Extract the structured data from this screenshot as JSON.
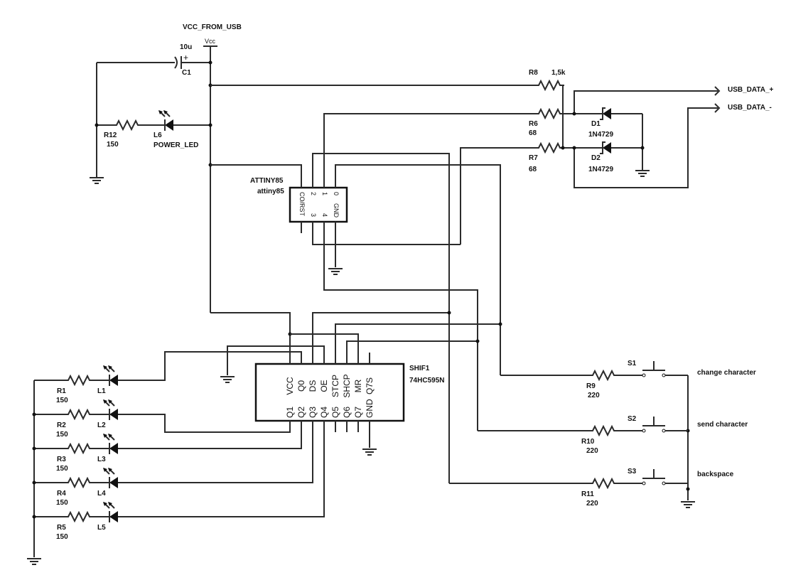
{
  "power": {
    "net": "VCC_FROM_USB",
    "symbol": "Vcc"
  },
  "capacitor": {
    "ref": "C1",
    "value": "10u",
    "plus": "+"
  },
  "power_led": {
    "res_ref": "R12",
    "res_value": "150",
    "led_ref": "L6",
    "led_value": "POWER_LED"
  },
  "usb": {
    "r8": {
      "ref": "R8",
      "value": "1,5k"
    },
    "r6": {
      "ref": "R6",
      "value": "68"
    },
    "r7": {
      "ref": "R7",
      "value": "68"
    },
    "d1": {
      "ref": "D1",
      "value": "1N4729"
    },
    "d2": {
      "ref": "D2",
      "value": "1N4729"
    },
    "data_plus": "USB_DATA_+",
    "data_minus": "USB_DATA_-"
  },
  "mcu": {
    "ref": "ATTINY85",
    "value": "attiny85",
    "pins_top": [
      "2",
      "1",
      "0"
    ],
    "pin_left": "CO/RST",
    "pins_bottom": [
      "3",
      "4"
    ],
    "pin_gnd": "GND"
  },
  "shift": {
    "ref": "SHIF1",
    "value": "74HC595N",
    "top_pins": [
      "VCC",
      "Q0",
      "DS",
      "OE",
      "STCP",
      "SHCP",
      "MR",
      "Q7S"
    ],
    "bottom_pins": [
      "Q1",
      "Q2",
      "Q3",
      "Q4",
      "Q5",
      "Q6",
      "Q7",
      "GND"
    ]
  },
  "leds": [
    {
      "res_ref": "R1",
      "res_value": "150",
      "led_ref": "L1"
    },
    {
      "res_ref": "R2",
      "res_value": "150",
      "led_ref": "L2"
    },
    {
      "res_ref": "R3",
      "res_value": "150",
      "led_ref": "L3"
    },
    {
      "res_ref": "R4",
      "res_value": "150",
      "led_ref": "L4"
    },
    {
      "res_ref": "R5",
      "res_value": "150",
      "led_ref": "L5"
    }
  ],
  "buttons": [
    {
      "sw": "S1",
      "res_ref": "R9",
      "res_value": "220",
      "label": "change character"
    },
    {
      "sw": "S2",
      "res_ref": "R10",
      "res_value": "220",
      "label": "send character"
    },
    {
      "sw": "S3",
      "res_ref": "R11",
      "res_value": "220",
      "label": "backspace"
    }
  ]
}
